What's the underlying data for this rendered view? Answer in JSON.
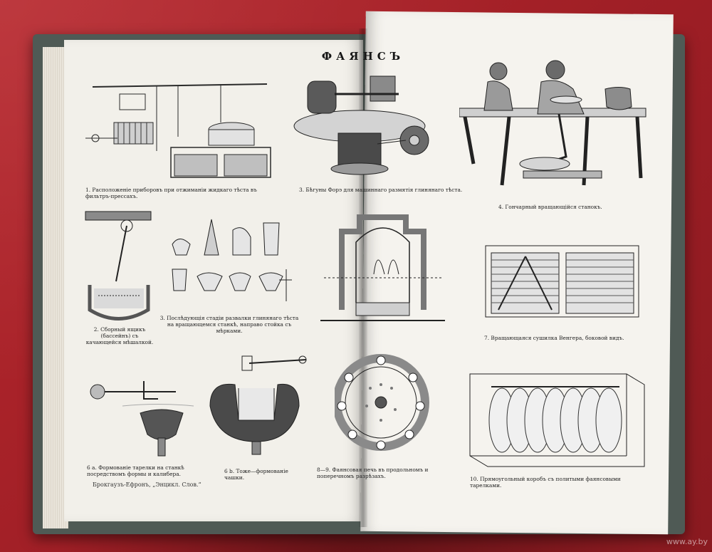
{
  "page": {
    "title": "ФАЯНСЪ",
    "publisher_line": "Брокгаузъ-Ефронъ, „Энцикл. Слов.“",
    "watermark": "www.ay.by"
  },
  "captions": {
    "fig1": "1. Расположеніе приборовъ при отжиманіи жидкаго тѣста въ фильтръ-прессахъ.",
    "fig3a": "3. Бѣгуны Форэ для машиннаго размятія глинянаго тѣста.",
    "fig4": "4. Гончарный вращающійся станокъ.",
    "fig2": "2. Сборный ящикъ (бассейнъ) съ качающейся мѣшалкой.",
    "fig3b": "3. Послѣдующія стадіи развалки глинянаго тѣста на вращающемся станкѣ, направо стойка съ мѣрками.",
    "fig7": "7. Вращающаяся сушилка Венгера, боковой видъ.",
    "fig6a": "6 а. Формованіе тарелки на станкѣ посредствомъ формы и калибера.",
    "fig6b": "6 b. Тоже—формованіе чашки.",
    "fig89": "8—9. Фаянсовая печь въ продольномъ и поперечномъ разрѣзахъ.",
    "fig10": "10. Прямоугольный коробъ съ политыми фаянсовыми тарелками."
  },
  "colors": {
    "background": "#a8232a",
    "paper": "#f2f0ea",
    "ink": "#222222",
    "cover": "#4f5a55"
  }
}
